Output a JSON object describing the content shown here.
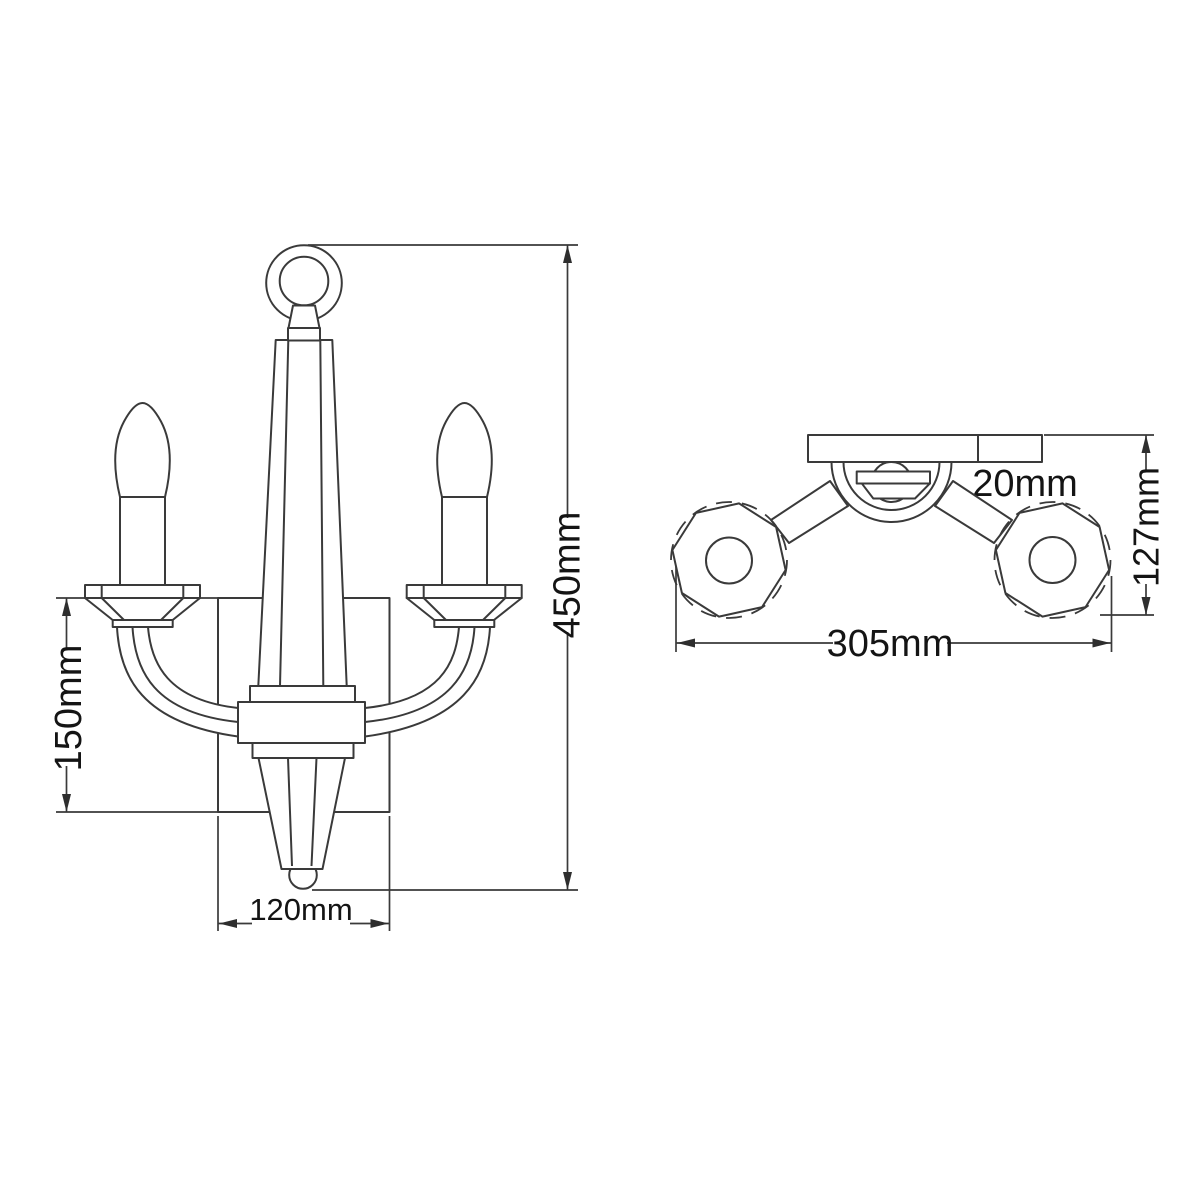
{
  "front_view": {
    "dimensions": {
      "height": "450mm",
      "backplate_height": "150mm",
      "backplate_width": "120mm"
    }
  },
  "top_view": {
    "dimensions": {
      "plate_thickness": "20mm",
      "projection": "127mm",
      "overall_width": "305mm"
    }
  },
  "colors": {
    "line": "#3a3a3a",
    "text": "#141414",
    "background": "#ffffff"
  }
}
